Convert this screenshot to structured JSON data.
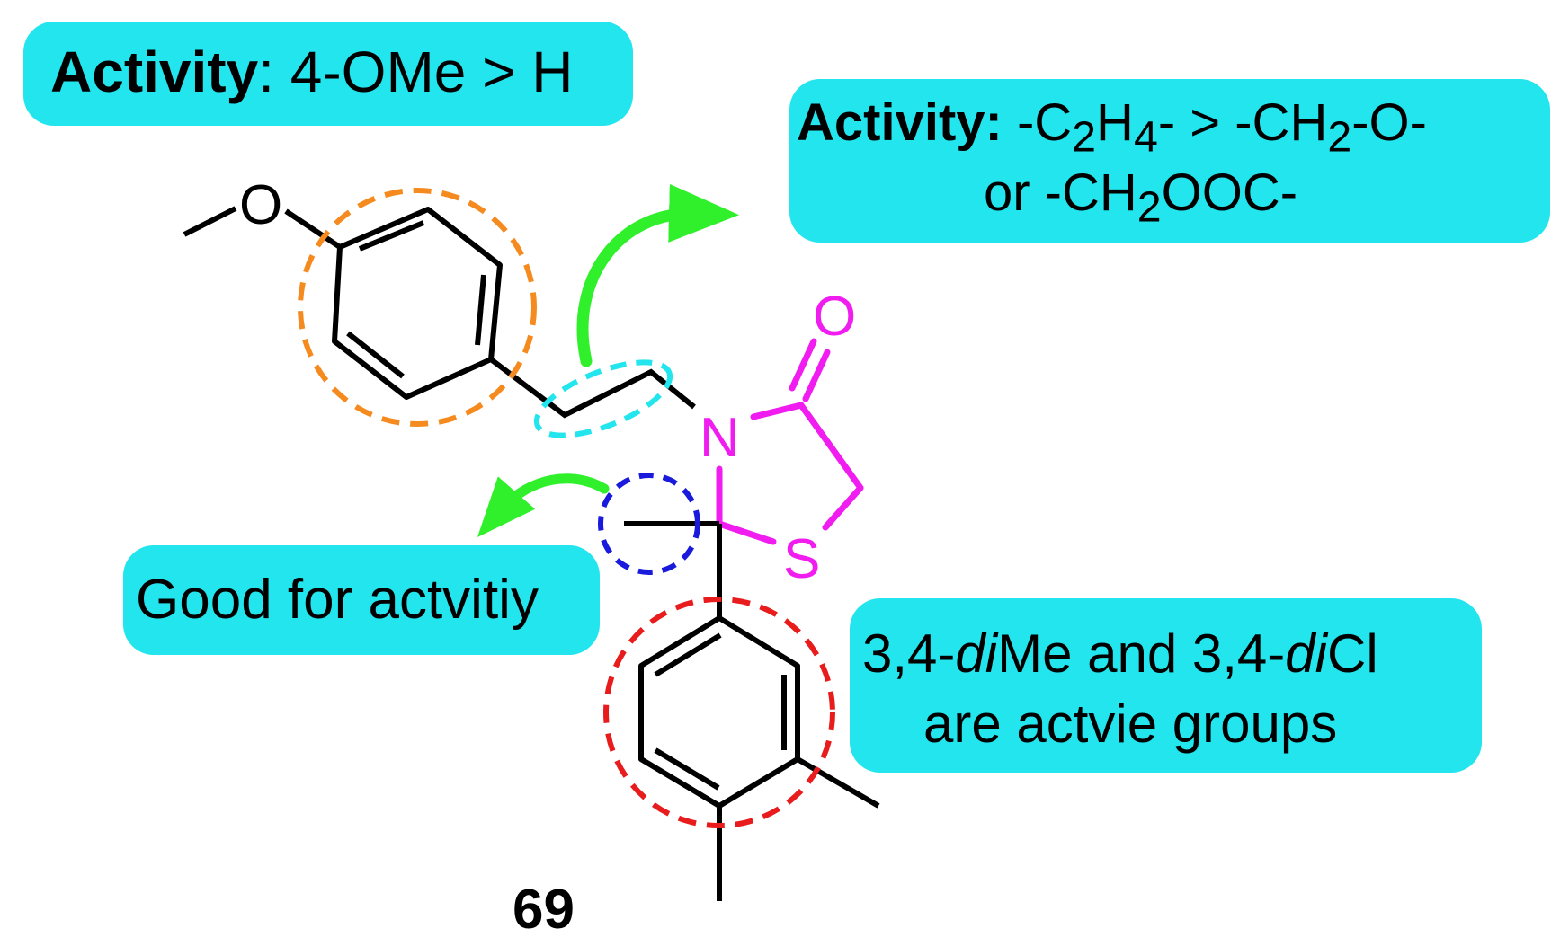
{
  "annotations": {
    "top_left": {
      "bold": "Activity",
      "rest": ": 4-OMe > H"
    },
    "top_right": {
      "bold": "Activity:",
      "line1": [
        " -C",
        "2",
        "H",
        "4",
        "- > -CH",
        "2",
        "-O-"
      ],
      "line2": [
        "or -CH",
        "2",
        "OOC-"
      ]
    },
    "left": {
      "text": "Good for actvitiy"
    },
    "right": {
      "line1": [
        "3,4-",
        "di",
        "Me and 3,4-",
        "di",
        "Cl"
      ],
      "line2": "are actvie groups"
    }
  },
  "atoms": {
    "O_methoxy": "O",
    "O_carbonyl": "O",
    "N": "N",
    "S": "S"
  },
  "compound_label": "69",
  "colors": {
    "bubble": "#22e5ee",
    "heteroatom_ring": "#f01cf0",
    "arrow": "#2ff02a",
    "circle_phenyl_top": "#f58a1f",
    "circle_linker": "#22e5ee",
    "circle_methyl": "#1a1adc",
    "circle_phenyl_bottom": "#e81c1c"
  }
}
